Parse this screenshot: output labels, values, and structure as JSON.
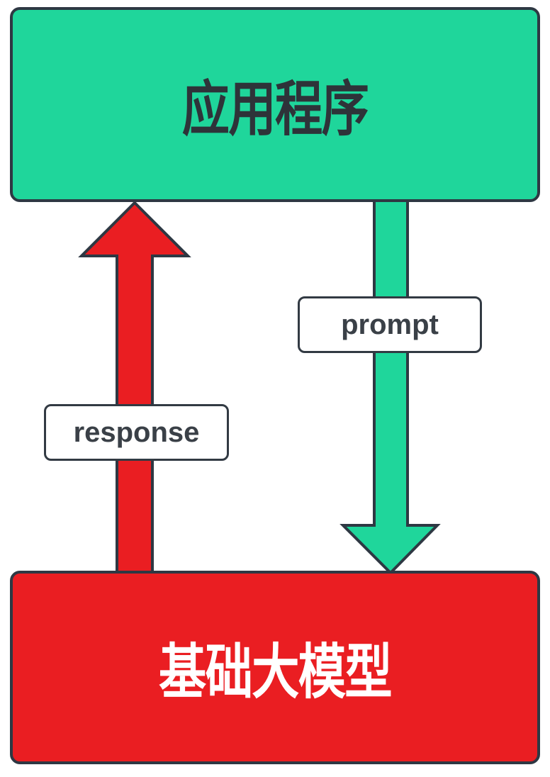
{
  "diagram": {
    "background": "#ffffff",
    "stroke_color": "#2e3843",
    "nodes": [
      {
        "id": "application",
        "label": "应用程序",
        "fill": "#1fd69b",
        "text_color": "#2e3339"
      },
      {
        "id": "foundation-model",
        "label": "基础大模型",
        "fill": "#ea1e22",
        "text_color": "#ffffff"
      }
    ],
    "edges": [
      {
        "id": "prompt",
        "label": "prompt",
        "from": "application",
        "to": "foundation-model",
        "direction": "down",
        "color": "#1fd69b"
      },
      {
        "id": "response",
        "label": "response",
        "from": "foundation-model",
        "to": "application",
        "direction": "up",
        "color": "#ea1e22"
      }
    ],
    "label_style": {
      "background": "#ffffff",
      "border_color": "#323a43",
      "text_color": "#3a4047"
    }
  }
}
